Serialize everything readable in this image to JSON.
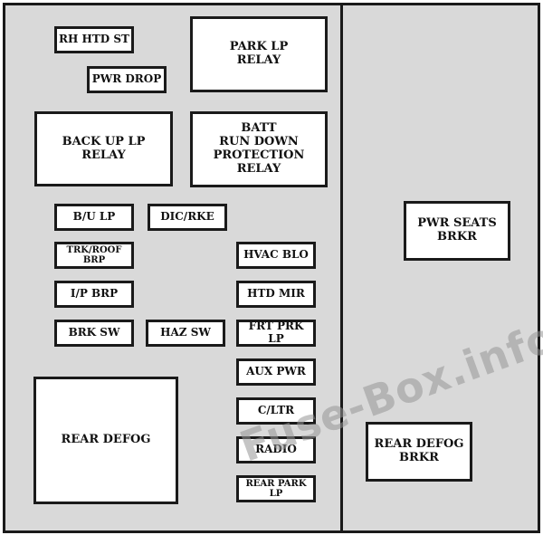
{
  "fuses": {
    "rh_htd_st": "RH HTD ST",
    "pwr_drop": "PWR DROP",
    "park_lp_relay": "PARK LP\nRELAY",
    "back_up_lp_relay": "BACK UP LP\nRELAY",
    "batt_run_down_relay": "BATT\nRUN DOWN\nPROTECTION\nRELAY",
    "bu_lp": "B/U LP",
    "dic_rke": "DIC/RKE",
    "trk_roof_brp": "TRK/ROOF\nBRP",
    "hvac_blo": "HVAC BLO",
    "ip_brp": "I/P BRP",
    "htd_mir": "HTD MIR",
    "brk_sw": "BRK SW",
    "haz_sw": "HAZ SW",
    "frt_prk_lp": "FRT PRK LP",
    "aux_pwr": "AUX PWR",
    "rear_defog": "REAR DEFOG",
    "c_ltr": "C/LTR",
    "radio": "RADIO",
    "rear_park_lp": "REAR PARK LP",
    "pwr_seats_brkr": "PWR SEATS\nBRKR",
    "rear_defog_brkr": "REAR DEFOG\nBRKR"
  },
  "watermark": "Fuse-Box.info",
  "colors": {
    "panel": "#d9d9d9",
    "border": "#1a1a1a",
    "box": "#ffffff",
    "watermark": "#969696"
  }
}
